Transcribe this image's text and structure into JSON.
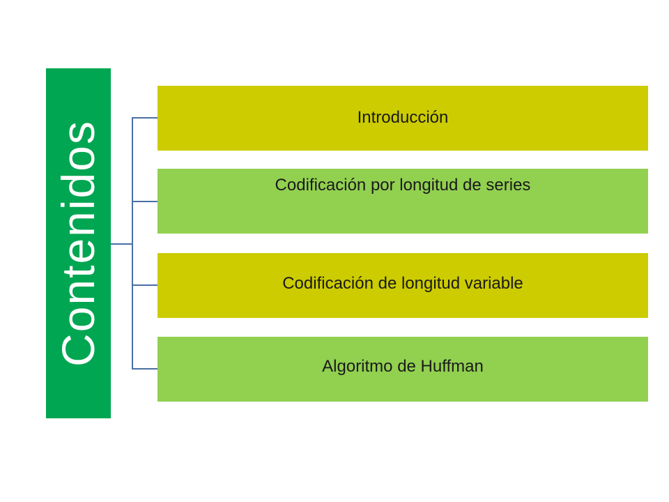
{
  "diagram": {
    "root": {
      "label": "Contenidos",
      "color": "#00a651"
    },
    "connector_color": "#4a6fa5",
    "items": [
      {
        "label": "Introducción",
        "color": "#cccc00"
      },
      {
        "label": "Codificación por longitud de series",
        "color": "#92d050"
      },
      {
        "label": "Codificación de longitud variable",
        "color": "#cccc00"
      },
      {
        "label": "Algoritmo de Huffman",
        "color": "#92d050"
      }
    ]
  }
}
